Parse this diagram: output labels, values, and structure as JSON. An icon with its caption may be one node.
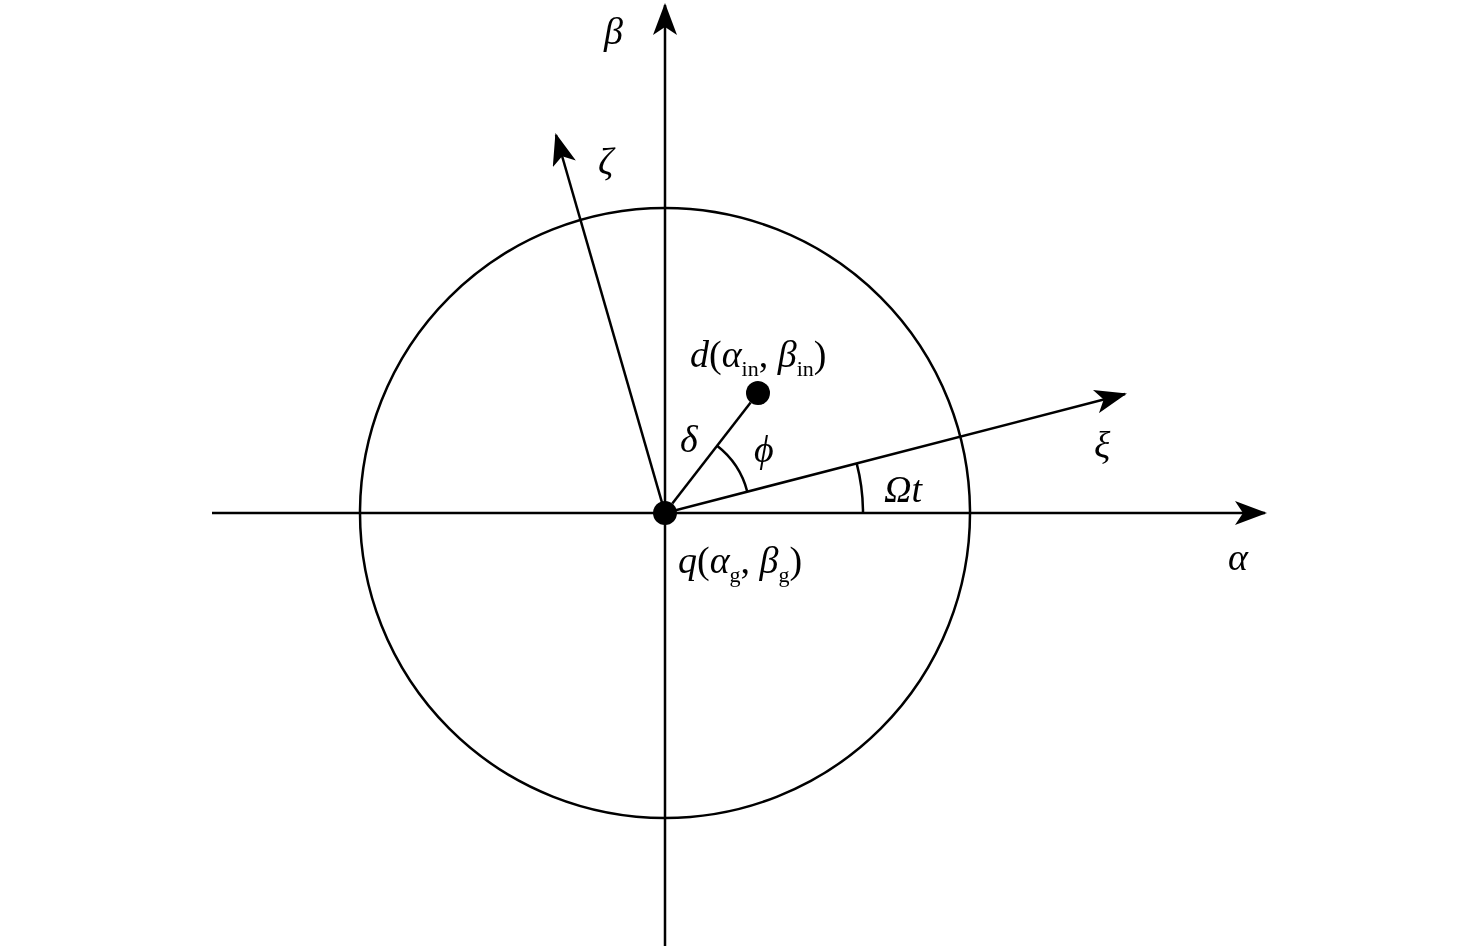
{
  "diagram": {
    "nodes": [
      {
        "text": [
          "*d*(*α*$_{in}$, *β*$_{in}$)"
        ]
      },
      {
        "text": [
          "*q*(*α*$_{g}$, *β*$_{g}$)"
        ]
      }
    ],
    "edges": [
      {
        "from": 1,
        "to": 0,
        "arrow": "none",
        "label": "δ"
      }
    ],
    "labels": [
      "β",
      "ζ",
      "ϕ",
      "ξ",
      "Ωt",
      "α"
    ]
  }
}
